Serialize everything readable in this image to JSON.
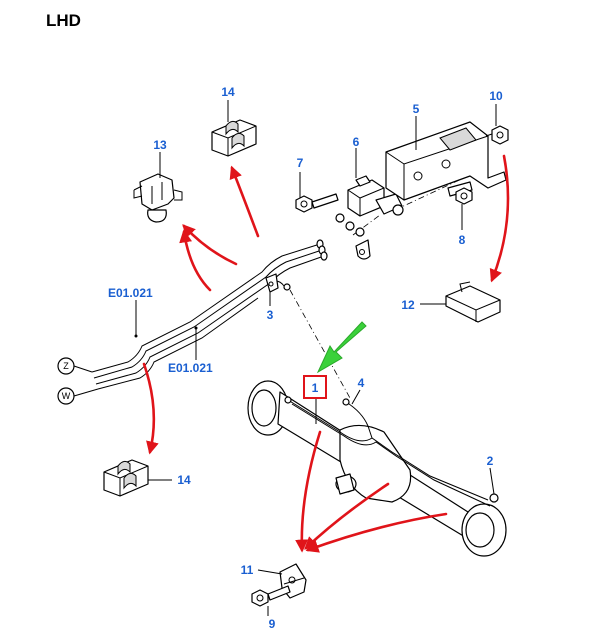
{
  "header": {
    "title": "LHD"
  },
  "callouts": {
    "p1": "1",
    "p2": "2",
    "p3": "3",
    "p4": "4",
    "p5": "5",
    "p6": "6",
    "p7": "7",
    "p8": "8",
    "p9": "9",
    "p10": "10",
    "p11": "11",
    "p12": "12",
    "p13": "13",
    "p14_top": "14",
    "p14_bottom": "14"
  },
  "references": {
    "ref_a": "E01.021",
    "ref_b": "E01.021"
  },
  "markers": {
    "z": "Z",
    "w": "W"
  },
  "colors": {
    "callout": "#1a5fd1",
    "arrow_red": "#e0141a",
    "arrow_green": "#3ad13a",
    "highlight_box": "#e0141a"
  },
  "highlight": {
    "part": "1"
  }
}
